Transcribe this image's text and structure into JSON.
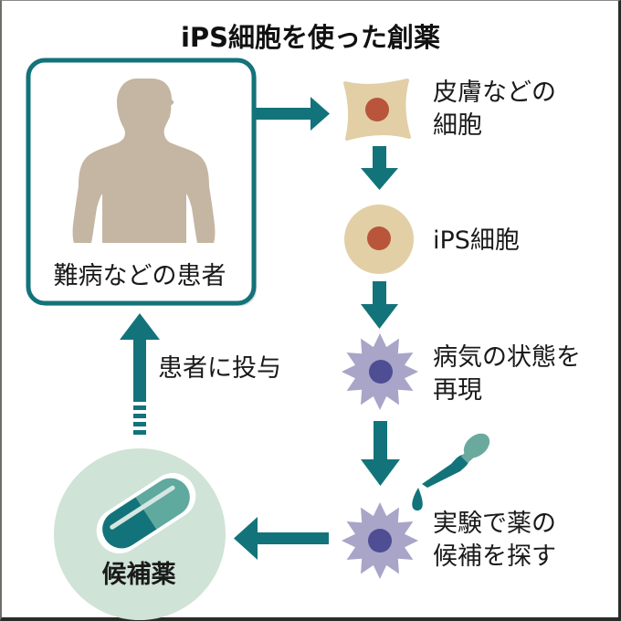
{
  "title": "iPS細胞を使った創薬",
  "colors": {
    "teal": "#13737a",
    "teal_light": "#5fa99f",
    "mint_bg": "#cfe3d6",
    "skin_tan": "#e2cfa6",
    "nucleus_red": "#b9553a",
    "disease_purple": "#a9a5c8",
    "nucleus_purple": "#4f4e94",
    "silhouette": "#c4b6a2"
  },
  "patient_box": {
    "label": "難病などの患者",
    "icon": "human-silhouette-icon"
  },
  "steps": [
    {
      "icon": "skin-cell-icon",
      "label": "皮膚などの\n細胞"
    },
    {
      "icon": "ips-cell-icon",
      "label": "iPS細胞"
    },
    {
      "icon": "disease-cell-icon",
      "label": "病気の状態を\n再現"
    },
    {
      "icon": "disease-cell-icon",
      "label": "実験で薬の\n候補を探す",
      "extra_icon": "dropper-icon"
    }
  ],
  "candidate": {
    "label": "候補薬",
    "icon": "capsule-icon"
  },
  "administer_label": "患者に投与"
}
